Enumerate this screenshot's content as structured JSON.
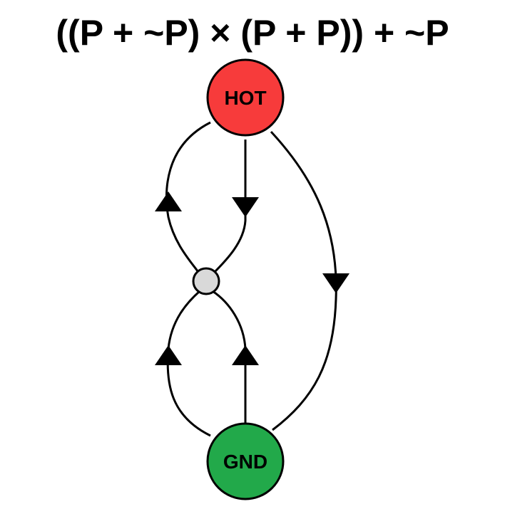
{
  "title": "((P + ~P) × (P + P)) + ~P",
  "nodes": {
    "hot": {
      "label": "HOT",
      "color": "#f73b3b"
    },
    "gnd": {
      "label": "GND",
      "color": "#22a94a"
    },
    "junction": {
      "label": "",
      "color": "#d9d9d9"
    }
  },
  "edges": [
    {
      "from": "hot",
      "to": "junction",
      "arrow_toward": "hot"
    },
    {
      "from": "hot",
      "to": "junction",
      "arrow_toward": "junction"
    },
    {
      "from": "hot",
      "to": "gnd",
      "arrow_toward": "gnd"
    },
    {
      "from": "gnd",
      "to": "junction",
      "arrow_toward": "junction"
    },
    {
      "from": "gnd",
      "to": "junction",
      "arrow_toward": "junction"
    }
  ]
}
